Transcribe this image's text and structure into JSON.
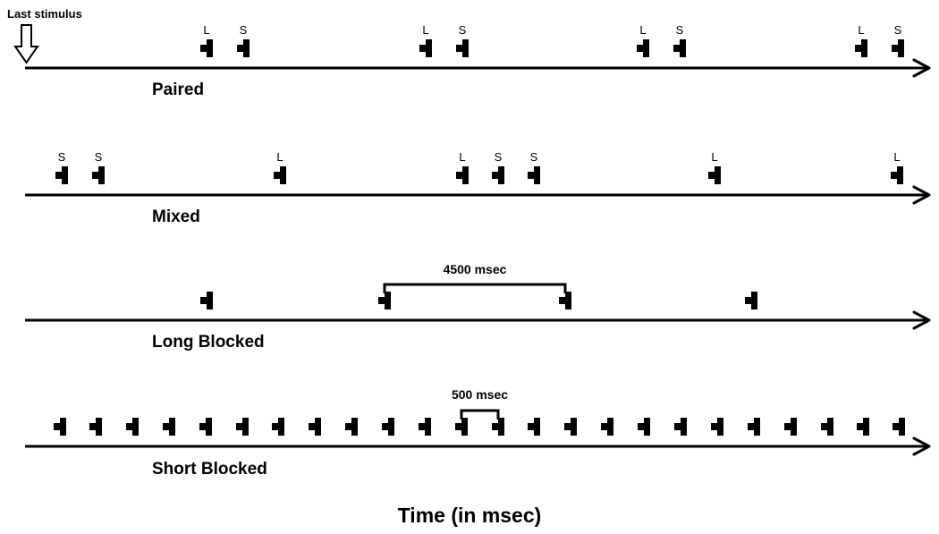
{
  "marker": {
    "label": "Last stimulus"
  },
  "axis_title": "Time (in msec)",
  "rows": [
    {
      "key": "paired",
      "label": "Paired",
      "stimuli": [
        {
          "label": "L"
        },
        {
          "label": "S"
        },
        {
          "label": "L"
        },
        {
          "label": "S"
        },
        {
          "label": "L"
        },
        {
          "label": "S"
        },
        {
          "label": "L"
        },
        {
          "label": "S"
        }
      ]
    },
    {
      "key": "mixed",
      "label": "Mixed",
      "stimuli": [
        {
          "label": "S"
        },
        {
          "label": "S"
        },
        {
          "label": "L"
        },
        {
          "label": "L"
        },
        {
          "label": "S"
        },
        {
          "label": "S"
        },
        {
          "label": "L"
        },
        {
          "label": "L"
        }
      ]
    },
    {
      "key": "long-blocked",
      "label": "Long Blocked",
      "stimuli": [
        {},
        {},
        {},
        {}
      ],
      "interval": {
        "label": "4500 msec"
      }
    },
    {
      "key": "short-blocked",
      "label": "Short Blocked",
      "stimuli": [
        {},
        {},
        {},
        {},
        {},
        {},
        {},
        {},
        {},
        {},
        {},
        {},
        {},
        {},
        {},
        {},
        {},
        {},
        {},
        {},
        {},
        {},
        {},
        {}
      ],
      "interval": {
        "label": "500 msec"
      }
    }
  ]
}
